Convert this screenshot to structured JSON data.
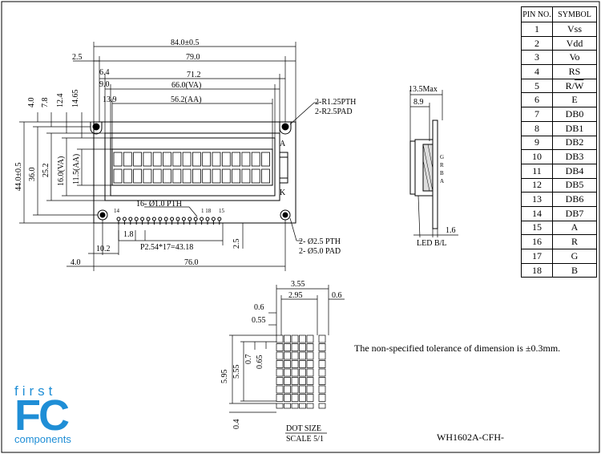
{
  "dims": {
    "overall_w": "84.0±0.5",
    "pcb_79": "79.0",
    "va_outer": "71.2",
    "va": "66.0(VA)",
    "aa": "56.2(AA)",
    "left_2_5": "2.5",
    "left_6_4": "6.4",
    "left_9_0": "9.0",
    "left_13_9": "13.9",
    "v_4_0": "4.0",
    "v_7_8": "7.8",
    "v_12_4": "12.4",
    "v_14_65": "14.65",
    "overall_h": "44.0±0.5",
    "v_36_0": "36.0",
    "v_25_2": "25.2",
    "v_16_va": "16.0(VA)",
    "v_11_5_aa": "11.5(AA)",
    "hole_r": "2-R1.25PTH",
    "hole_pad": "2-R2.5PAD",
    "pins_pth": "16- Ø1.0 PTH",
    "pitch_1_8": "1.8",
    "pitch": "P2.54*17=43.18",
    "left_10_2": "10.2",
    "bottom_4_0": "4.0",
    "bottom_76": "76.0",
    "v_2_5": "2.5",
    "mount_pth": "2- Ø2.5 PTH",
    "mount_pad": "2- Ø5.0 PAD",
    "pin_1": "1",
    "pin_14": "14",
    "pin_18": "1 18",
    "pin_15": "15",
    "label_a": "A",
    "label_k": "K"
  },
  "side": {
    "max": "13.5Max",
    "depth": "8.9",
    "led": "LED B/L",
    "thick": "1.6",
    "letters": [
      "G",
      "R",
      "B",
      "A"
    ]
  },
  "dot": {
    "w355": "3.55",
    "w295": "2.95",
    "w06top": "0.6",
    "w06b": "0.6",
    "w055": "0.55",
    "h595": "5.95",
    "h555": "5.55",
    "h07": "0.7",
    "h065": "0.65",
    "h04": "0.4",
    "title": "DOT SIZE",
    "scale": "SCALE 5/1"
  },
  "pin_table": {
    "header_no": "PIN NO.",
    "header_symbol": "SYMBOL",
    "rows": [
      {
        "no": "1",
        "symbol": "Vss"
      },
      {
        "no": "2",
        "symbol": "Vdd"
      },
      {
        "no": "3",
        "symbol": "Vo"
      },
      {
        "no": "4",
        "symbol": "RS"
      },
      {
        "no": "5",
        "symbol": "R/W",
        "overline": "W"
      },
      {
        "no": "6",
        "symbol": "E"
      },
      {
        "no": "7",
        "symbol": "DB0"
      },
      {
        "no": "8",
        "symbol": "DB1"
      },
      {
        "no": "9",
        "symbol": "DB2"
      },
      {
        "no": "10",
        "symbol": "DB3"
      },
      {
        "no": "11",
        "symbol": "DB4"
      },
      {
        "no": "12",
        "symbol": "DB5"
      },
      {
        "no": "13",
        "symbol": "DB6"
      },
      {
        "no": "14",
        "symbol": "DB7"
      },
      {
        "no": "15",
        "symbol": "A"
      },
      {
        "no": "16",
        "symbol": "R"
      },
      {
        "no": "17",
        "symbol": "G"
      },
      {
        "no": "18",
        "symbol": "B"
      }
    ]
  },
  "note": "The non-specified tolerance of dimension is ±0.3mm.",
  "model": "WH1602A-CFH-",
  "logo": {
    "first": "first",
    "fc": "FC",
    "components": "components",
    "color": "#1f8ed6"
  }
}
